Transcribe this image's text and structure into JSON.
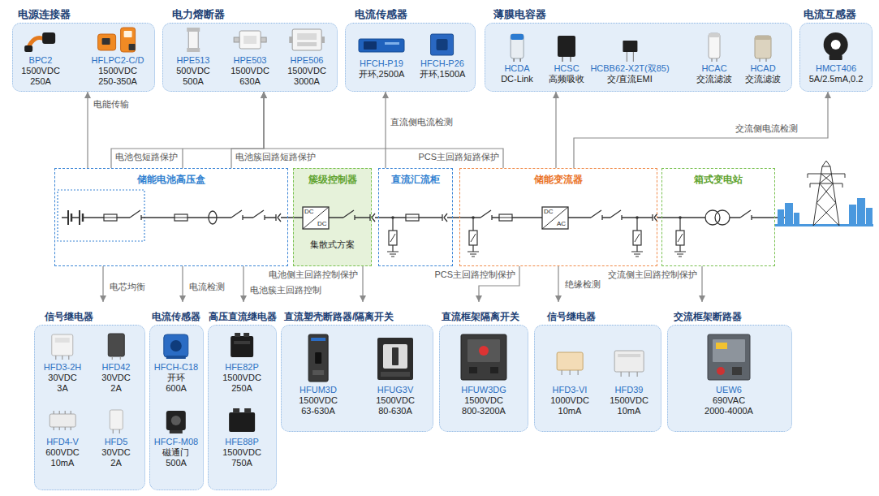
{
  "diagram": {
    "nodes": [
      {
        "text": [
          "电源连接器"
        ]
      },
      {
        "text": [
          "BPC2",
          "1500VDC",
          "250A"
        ],
        "in": 0
      },
      {
        "text": [
          "HFLPC2-C/D",
          "1500VDC",
          "250-350A"
        ],
        "in": 0
      },
      {
        "text": [
          "电力熔断器"
        ]
      },
      {
        "text": [
          "HPE513",
          "500VDC",
          "500A"
        ],
        "in": 3
      },
      {
        "text": [
          "HPE503",
          "1500VDC",
          "630A"
        ],
        "in": 3
      },
      {
        "text": [
          "HPE506",
          "1500VDC",
          "3000A"
        ],
        "in": 3
      },
      {
        "text": [
          "电流传感器"
        ]
      },
      {
        "text": [
          "HFCH-P19",
          "开环,2500A"
        ],
        "in": 7
      },
      {
        "text": [
          "HFCH-P26",
          "开环,1500A"
        ],
        "in": 7
      },
      {
        "text": [
          "薄膜电容器"
        ]
      },
      {
        "text": [
          "HCDA",
          "DC-Link"
        ],
        "in": 10
      },
      {
        "text": [
          "HCSC",
          "高频吸收"
        ],
        "in": 10
      },
      {
        "text": [
          "HCBB62-X2T(双85)",
          "交/直流EMI"
        ],
        "in": 10
      },
      {
        "text": [
          "HCAC",
          "交流滤波"
        ],
        "in": 10
      },
      {
        "text": [
          "HCAD",
          "交流滤波"
        ],
        "in": 10
      },
      {
        "text": [
          "电流互感器"
        ]
      },
      {
        "text": [
          "HMCT406",
          "5A/2.5mA,0.2"
        ],
        "in": 16
      },
      {
        "text": [
          "储能电池高压盒"
        ]
      },
      {
        "text": [
          "簇级控制器",
          "集散式方案"
        ]
      },
      {
        "text": [
          "直流汇流柜"
        ]
      },
      {
        "text": [
          "储能变流器"
        ]
      },
      {
        "text": [
          "箱式变电站"
        ]
      },
      {
        "text": [
          "信号继电器"
        ]
      },
      {
        "text": [
          "HFD3-2H",
          "30VDC",
          "3A"
        ],
        "in": 23
      },
      {
        "text": [
          "HFD42",
          "30VDC",
          "2A"
        ],
        "in": 23
      },
      {
        "text": [
          "HFD4-V",
          "600VDC",
          "10mA"
        ],
        "in": 23
      },
      {
        "text": [
          "HFD5",
          "30VDC",
          "2A"
        ],
        "in": 23
      },
      {
        "text": [
          "电流传感器"
        ]
      },
      {
        "text": [
          "HFCH-C18",
          "开环",
          "600A"
        ],
        "in": 28
      },
      {
        "text": [
          "HFCF-M08",
          "磁通门",
          "500A"
        ],
        "in": 28
      },
      {
        "text": [
          "高压直流继电器"
        ]
      },
      {
        "text": [
          "HFE82P",
          "1500VDC",
          "250A"
        ],
        "in": 31
      },
      {
        "text": [
          "HFE88P",
          "1500VDC",
          "750A"
        ],
        "in": 31
      },
      {
        "text": [
          "直流塑壳断路器/隔离开关"
        ]
      },
      {
        "text": [
          "HFUM3D",
          "1500VDC",
          "63-630A"
        ],
        "in": 34
      },
      {
        "text": [
          "HFUG3V",
          "1500VDC",
          "80-630A"
        ],
        "in": 34
      },
      {
        "text": [
          "直流框架隔离开关"
        ]
      },
      {
        "text": [
          "HFUW3DG",
          "1500VDC",
          "800-3200A"
        ],
        "in": 37
      },
      {
        "text": [
          "信号继电器"
        ]
      },
      {
        "text": [
          "HFD3-VI",
          "1000VDC",
          "10mA"
        ],
        "in": 39
      },
      {
        "text": [
          "HFD39",
          "1500VDC",
          "10mA"
        ],
        "in": 39
      },
      {
        "text": [
          "交流框架断路器"
        ]
      },
      {
        "text": [
          "UEW6",
          "690VAC",
          "2000-4000A"
        ],
        "in": 42
      }
    ],
    "edges": [
      {
        "from": 18,
        "to": 0,
        "arrow": "to",
        "label": "电能传输"
      },
      {
        "from": 18,
        "to": 3,
        "arrow": "to",
        "label": "电池包短路保护"
      },
      {
        "from": 18,
        "to": 3,
        "arrow": "to",
        "label": "电池簇回路短路保护"
      },
      {
        "from": 21,
        "to": 3,
        "arrow": "to",
        "label": "PCS主回路短路保护"
      },
      {
        "from": 20,
        "to": 7,
        "arrow": "to",
        "label": "直流侧电流检测"
      },
      {
        "from": 21,
        "to": 10,
        "arrow": "to"
      },
      {
        "from": 21,
        "to": 16,
        "arrow": "to",
        "label": "交流侧电流检测"
      },
      {
        "from": 18,
        "to": 23,
        "arrow": "to",
        "label": "电芯均衡"
      },
      {
        "from": 18,
        "to": 28,
        "arrow": "to",
        "label": "电流检测"
      },
      {
        "from": 18,
        "to": 31,
        "arrow": "to",
        "label": "电池簇主回路控制"
      },
      {
        "from": 19,
        "to": 34,
        "arrow": "to",
        "label": "电池侧主回路控制保护"
      },
      {
        "from": 21,
        "to": 37,
        "arrow": "to",
        "label": "PCS主回路控制保护"
      },
      {
        "from": 21,
        "to": 39,
        "arrow": "to",
        "label": "绝缘检测"
      },
      {
        "from": 22,
        "to": 42,
        "arrow": "to",
        "label": "交流侧主回路控制保护"
      }
    ],
    "labels": [
      "DC",
      "DC",
      "DC",
      "AC"
    ]
  }
}
